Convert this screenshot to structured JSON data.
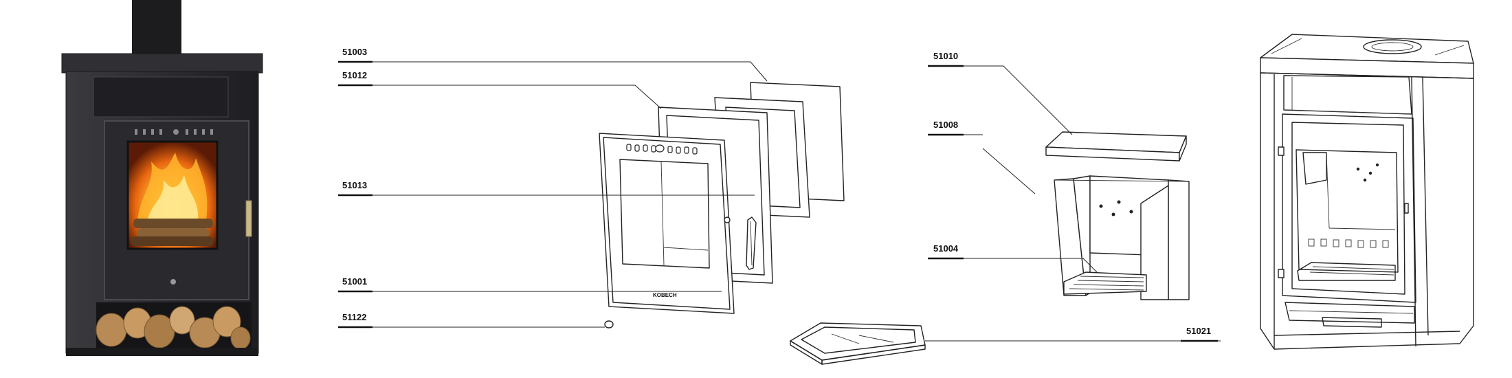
{
  "labels": {
    "l51003": "51003",
    "l51012": "51012",
    "l51013": "51013",
    "l51001": "51001",
    "l51122": "51122",
    "l51010": "51010",
    "l51008": "51008",
    "l51004": "51004",
    "l51021": "51021"
  },
  "door_brand": "KOBECH",
  "colors": {
    "stove_body": "#2b2b2e",
    "stove_edge": "#3d3d42",
    "fire_orange": "#f08a1c",
    "fire_yellow": "#ffd34a",
    "wood": "#b88a55",
    "handle": "#c8b88a"
  }
}
